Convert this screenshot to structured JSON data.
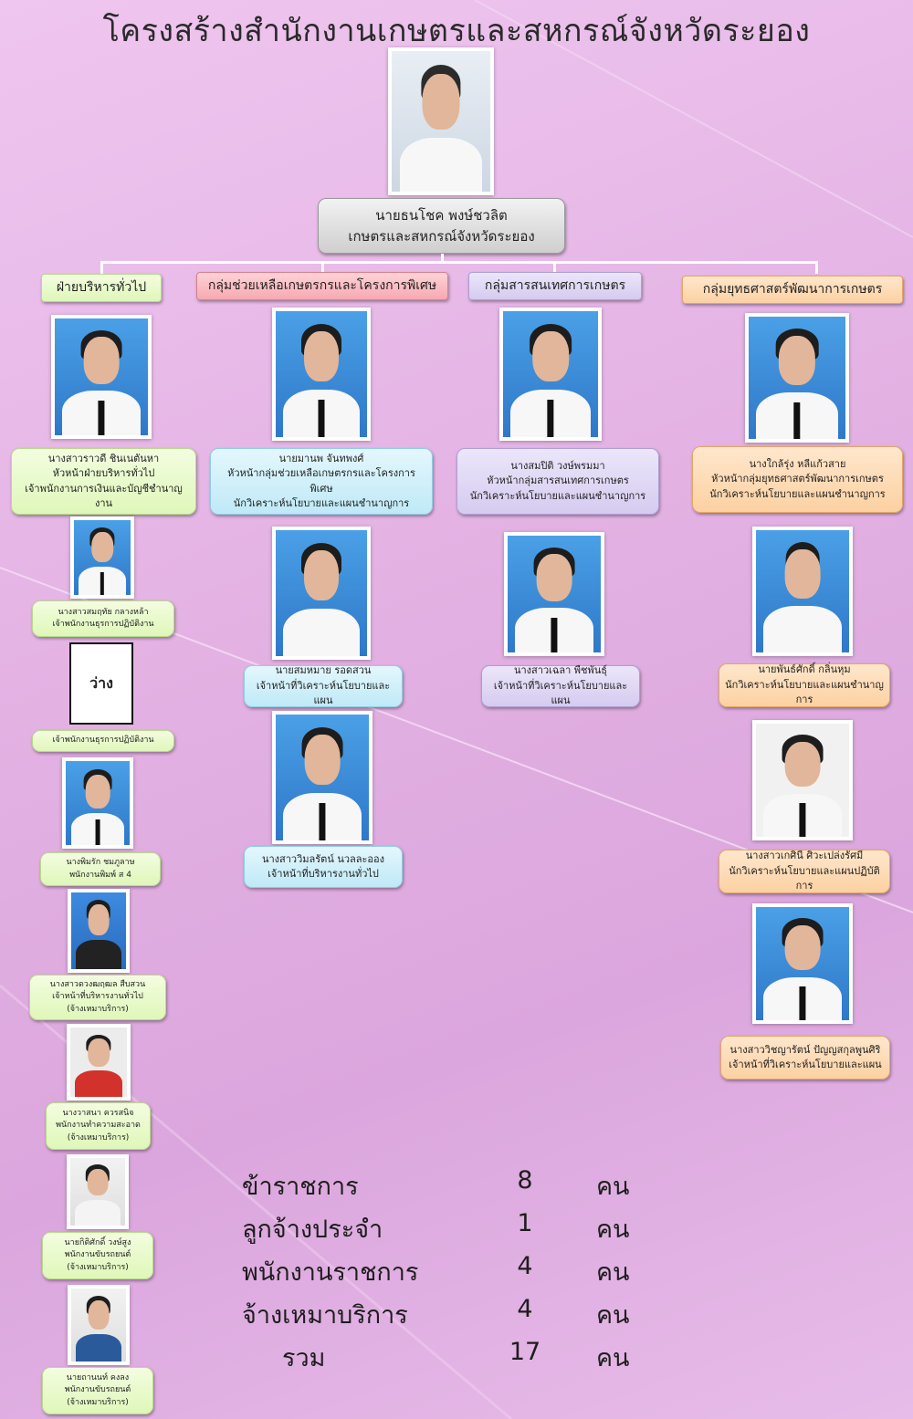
{
  "title": "โครงสร้างสำนักงานเกษตรและสหกรณ์จังหวัดระยอง",
  "director": {
    "name": "นายธนโชค พงษ์ชวลิต",
    "position": "เกษตรและสหกรณ์จังหวัดระยอง"
  },
  "departments": [
    {
      "label": "ฝ่ายบริหารทั่วไป"
    },
    {
      "label": "กลุ่มช่วยเหลือเกษตรกรและโครงการพิเศษ"
    },
    {
      "label": "กลุ่มสารสนเทศการเกษตร"
    },
    {
      "label": "กลุ่มยุทธศาสตร์พัฒนาการเกษตร"
    }
  ],
  "admin": [
    {
      "lines": [
        "นางสาวราวดี ชินเนตันหา",
        "หัวหน้าฝ่ายบริหารทั่วไป",
        "เจ้าพนักงานการเงินและบัญชีชำนาญงาน"
      ]
    },
    {
      "lines": [
        "นางสาวสมฤทัย กลางหล้า",
        "เจ้าพนักงานธุรการปฏิบัติงาน"
      ]
    },
    {
      "vacant": "ว่าง",
      "lines": [
        "เจ้าพนักงานธุรการปฏิบัติงาน"
      ]
    },
    {
      "lines": [
        "นางพิมรัก ชมภูลาษ",
        "พนักงานพิมพ์ ส 4"
      ]
    },
    {
      "lines": [
        "นางสาวดวงฒฤฒล สืบสวน",
        "เจ้าหน้าที่บริหารงานทั่วไป",
        "(จ้างเหมาบริการ)"
      ]
    },
    {
      "lines": [
        "นางวาสนา ควรสนิจ",
        "พนักงานทำความสะอาด",
        "(จ้างเหมาบริการ)"
      ]
    },
    {
      "lines": [
        "นายกิติศักดิ์ วงษ์สูง",
        "พนักงานขับรถยนต์",
        "(จ้างเหมาบริการ)"
      ]
    },
    {
      "lines": [
        "นายถานนท์ คงลง",
        "พนักงานขับรถยนต์",
        "(จ้างเหมาบริการ)"
      ]
    }
  ],
  "assist": [
    {
      "lines": [
        "นายมานพ จันทพงศ์",
        "หัวหน้ากลุ่มช่วยเหลือเกษตรกรและโครงการพิเศษ",
        "นักวิเคราะห์นโยบายและแผนชำนาญการ"
      ]
    },
    {
      "lines": [
        "นายสมหมาย รอดสวน",
        "เจ้าหน้าที่วิเคราะห์นโยบายและแผน"
      ]
    },
    {
      "lines": [
        "นางสาววิมลรัตน์ นวลละออง",
        "เจ้าหน้าที่บริหารงานทั่วไป"
      ]
    }
  ],
  "info": [
    {
      "lines": [
        "นางสมปิติ วงษ์พรมมา",
        "หัวหน้ากลุ่มสารสนเทศการเกษตร",
        "นักวิเคราะห์นโยบายและแผนชำนาญการ"
      ]
    },
    {
      "lines": [
        "นางสาวเฉลา พืชพันธุ์",
        "เจ้าหน้าที่วิเคราะห์นโยบายและแผน"
      ]
    }
  ],
  "strategy": [
    {
      "lines": [
        "นางใกล้รุ่ง หลีแก้วสาย",
        "หัวหน้ากลุ่มยุทธศาสตร์พัฒนาการเกษตร",
        "นักวิเคราะห์นโยบายและแผนชำนาญการ"
      ]
    },
    {
      "lines": [
        "นายพันธ์ศักดิ์ กลิ่นหุม",
        "นักวิเคราะห์นโยบายและแผนชำนาญการ"
      ]
    },
    {
      "lines": [
        "นางสาวเกศินี ศิวะเปล่งรัศมี",
        "นักวิเคราะห์นโยบายและแผนปฏิบัติการ"
      ]
    },
    {
      "lines": [
        "นางสาววิชญารัตน์ ปัญญสกุลพูนศิริ",
        "เจ้าหน้าที่วิเคราะห์นโยบายและแผน"
      ]
    }
  ],
  "summary": [
    {
      "label": "ข้าราชการ",
      "count": "8",
      "unit": "คน"
    },
    {
      "label": "ลูกจ้างประจำ",
      "count": "1",
      "unit": "คน"
    },
    {
      "label": "พนักงานราชการ",
      "count": "4",
      "unit": "คน"
    },
    {
      "label": "จ้างเหมาบริการ",
      "count": "4",
      "unit": "คน"
    },
    {
      "label": "รวม",
      "count": "17",
      "unit": "คน"
    }
  ]
}
